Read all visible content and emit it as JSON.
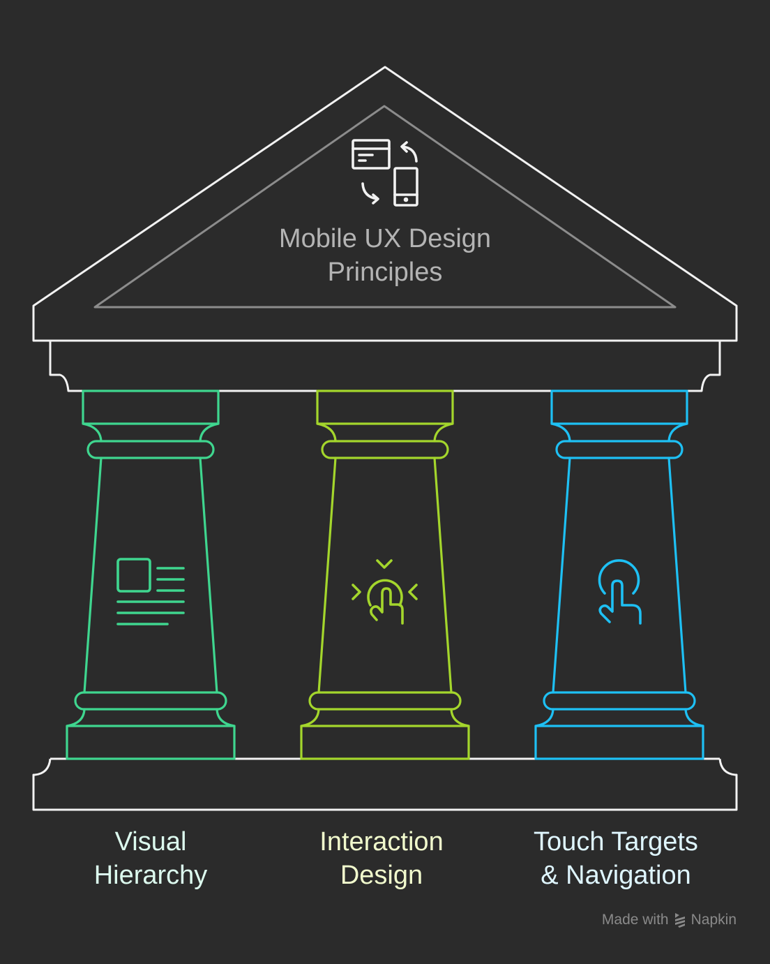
{
  "diagram": {
    "type": "temple-pillars",
    "background": "#2b2b2b",
    "roof": {
      "title_line1": "Mobile UX Design",
      "title_line2": "Principles",
      "icon": "device-sync-icon",
      "stroke_color": "#f2f2f2",
      "inner_stroke_color": "#8c8c8c",
      "title_color": "#b4b4b4"
    },
    "pillars": [
      {
        "label_line1": "Visual",
        "label_line2": "Hierarchy",
        "icon": "article-layout-icon",
        "color": "#3fd68f",
        "label_color": "#dcfaee"
      },
      {
        "label_line1": "Interaction",
        "label_line2": "Design",
        "icon": "tap-gesture-icon",
        "color": "#a4d62c",
        "label_color": "#f1facd"
      },
      {
        "label_line1": "Touch Targets",
        "label_line2": "& Navigation",
        "icon": "touch-pointer-icon",
        "color": "#1ec0f4",
        "label_color": "#dff6ff"
      }
    ],
    "watermark": {
      "prefix": "Made with",
      "brand": "Napkin",
      "color": "#8a8a8a"
    }
  }
}
